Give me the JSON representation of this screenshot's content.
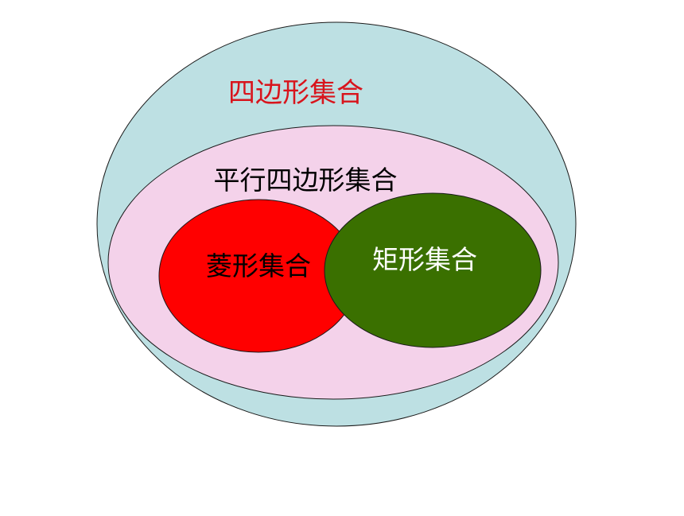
{
  "diagram": {
    "sets": [
      {
        "id": "quadrilaterals",
        "label": "四边形集合",
        "fill": "#bde0e3",
        "label_color": "#d8141c"
      },
      {
        "id": "parallelograms",
        "label": "平行四边形集合",
        "fill": "#f4d2ea",
        "label_color": "#000000"
      },
      {
        "id": "rhombuses",
        "label": "菱形集合",
        "fill": "#ff0000",
        "label_color": "#000000"
      },
      {
        "id": "rectangles",
        "label": "矩形集合",
        "fill": "#3a7000",
        "label_color": "#ffffff"
      }
    ],
    "stroke_color": "#1a1a1a"
  }
}
